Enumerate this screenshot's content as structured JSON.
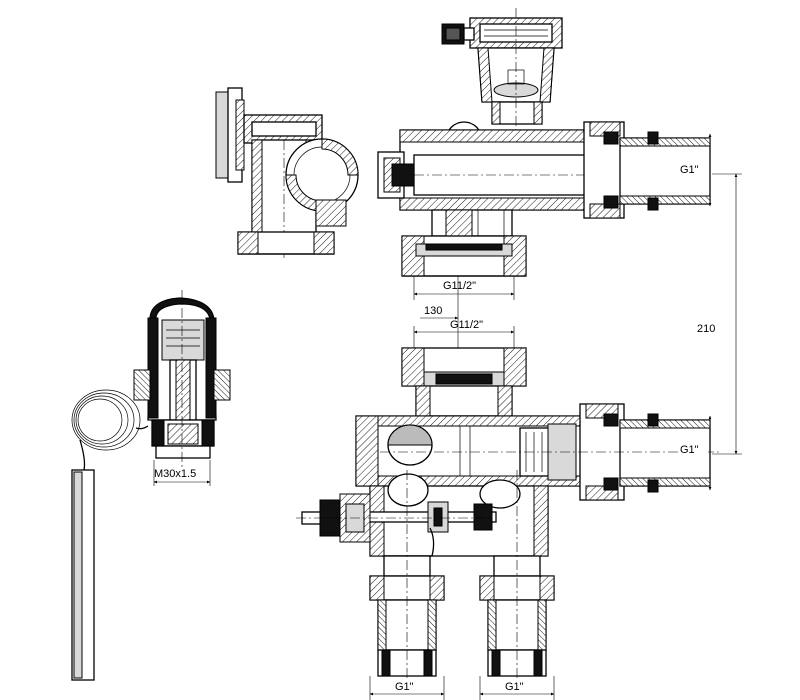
{
  "dimensions": {
    "top_outlet_thread": "G1\"",
    "upper_flange_thread": "G11/2\"",
    "spacing_130": "130",
    "lower_flange_thread": "G11/2\"",
    "height_210": "210",
    "lower_outlet_thread": "G1\"",
    "actuator_thread": "M30x1.5",
    "bottom_left_thread": "G1\"",
    "bottom_right_thread": "G1\""
  }
}
